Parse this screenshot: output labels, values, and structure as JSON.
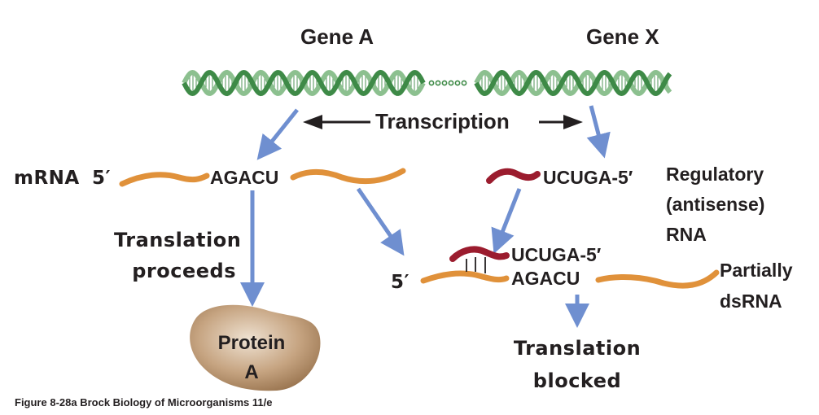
{
  "figure": {
    "gene_a_label": "Gene A",
    "gene_x_label": "Gene X",
    "transcription_label": "Transcription",
    "mrna_label": "mRNA",
    "mrna_five_prime": "5′",
    "mrna_sequence": "AGACU",
    "antisense_sequence": "UCUGA-5′",
    "regulatory_label_lines": [
      "Regulatory",
      "(antisense)",
      "RNA"
    ],
    "translation_proceeds_lines": [
      "Translation",
      "proceeds"
    ],
    "protein_label_lines": [
      "Protein",
      "A"
    ],
    "duplex_five_prime": "5′",
    "duplex_top_sequence": "UCUGA-5′",
    "duplex_bottom_sequence": "AGACU",
    "partially_dsrna_lines": [
      "Partially",
      "dsRNA"
    ],
    "translation_blocked_lines": [
      "Translation",
      "blocked"
    ],
    "caption": "Figure 8-28a  Brock Biology of Microorganisms 11/e"
  },
  "colors": {
    "mrna": "#e0913a",
    "antisense": "#9b1c2e",
    "arrow": "#6f8fd0",
    "dna_dark": "#3e8a47",
    "dna_light": "#8cc08f",
    "protein": "#b08a63"
  }
}
